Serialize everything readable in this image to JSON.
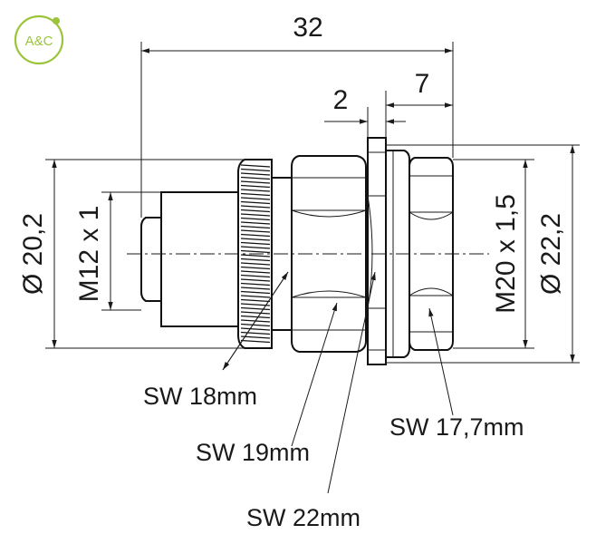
{
  "logo": {
    "text": "A&C",
    "color": "#9bc43b"
  },
  "dimensions": {
    "overall_length": "32",
    "nut_thickness": "2",
    "rear_length": "7",
    "left_diameter": "Ø 20,2",
    "left_thread": "M12 x 1",
    "right_thread": "M20 x 1,5",
    "right_diameter": "Ø 22,2"
  },
  "wrench_sizes": {
    "sw18": "SW 18mm",
    "sw19": "SW 19mm",
    "sw22": "SW 22mm",
    "sw17": "SW 17,7mm"
  }
}
